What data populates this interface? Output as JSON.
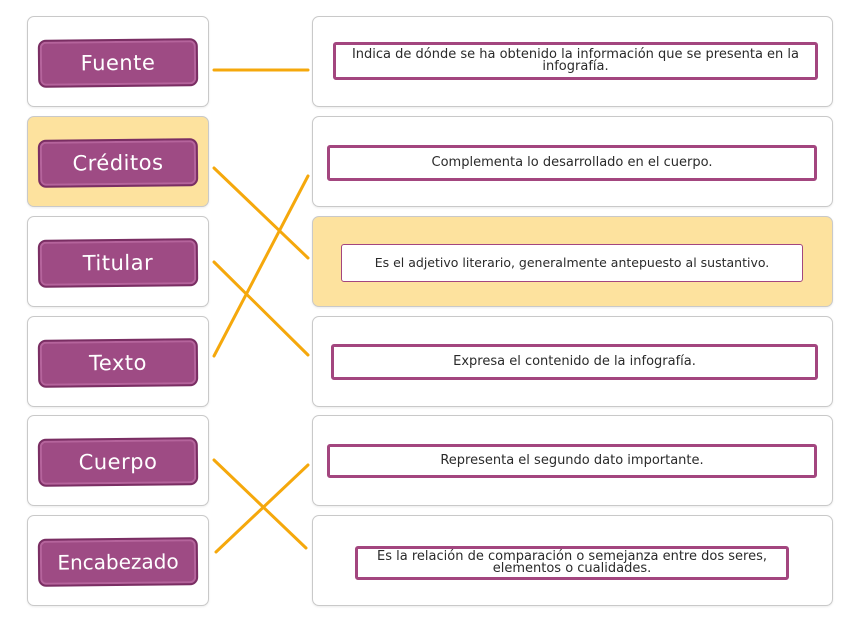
{
  "terms": [
    "Fuente",
    "Créditos",
    "Titular",
    "Texto",
    "Cuerpo",
    "Encabezado"
  ],
  "definitions": [
    "Indica de dónde se ha obtenido la información que se presenta en la infografía.",
    "Complementa lo desarrollado en el cuerpo.",
    "Es el adjetivo literario, generalmente antepuesto al sustantivo.",
    "Expresa el contenido de la infografía.",
    "Representa el segundo dato importante.",
    "Es la relación de comparación o semejanza entre dos seres, elementos o cualidades."
  ],
  "connections": [
    {
      "term": 0,
      "definition": 0
    },
    {
      "term": 1,
      "definition": 2
    },
    {
      "term": 2,
      "definition": 3
    },
    {
      "term": 3,
      "definition": 1
    },
    {
      "term": 4,
      "definition": 5
    },
    {
      "term": 5,
      "definition": 4
    }
  ],
  "colors": {
    "term_fill": "#9e4b84",
    "term_border": "#7a2e63",
    "definition_border": "#a3467f",
    "highlight": "#fde29e",
    "connector": "#f5a80c"
  }
}
